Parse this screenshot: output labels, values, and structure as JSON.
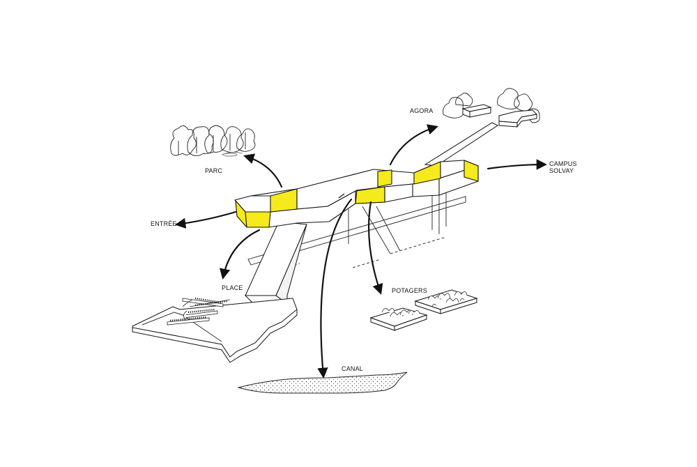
{
  "labels": {
    "parc": "PARC",
    "agora": "AGORA",
    "campus_line1": "CAMPUS",
    "campus_line2": "SOLVAY",
    "entree": "ENTRÉE",
    "place": "PLACE",
    "potagers": "POTAGERS",
    "canal": "CANAL"
  },
  "colors": {
    "highlight": "#f5ea1b",
    "stroke": "#111111",
    "background": "#ffffff"
  }
}
